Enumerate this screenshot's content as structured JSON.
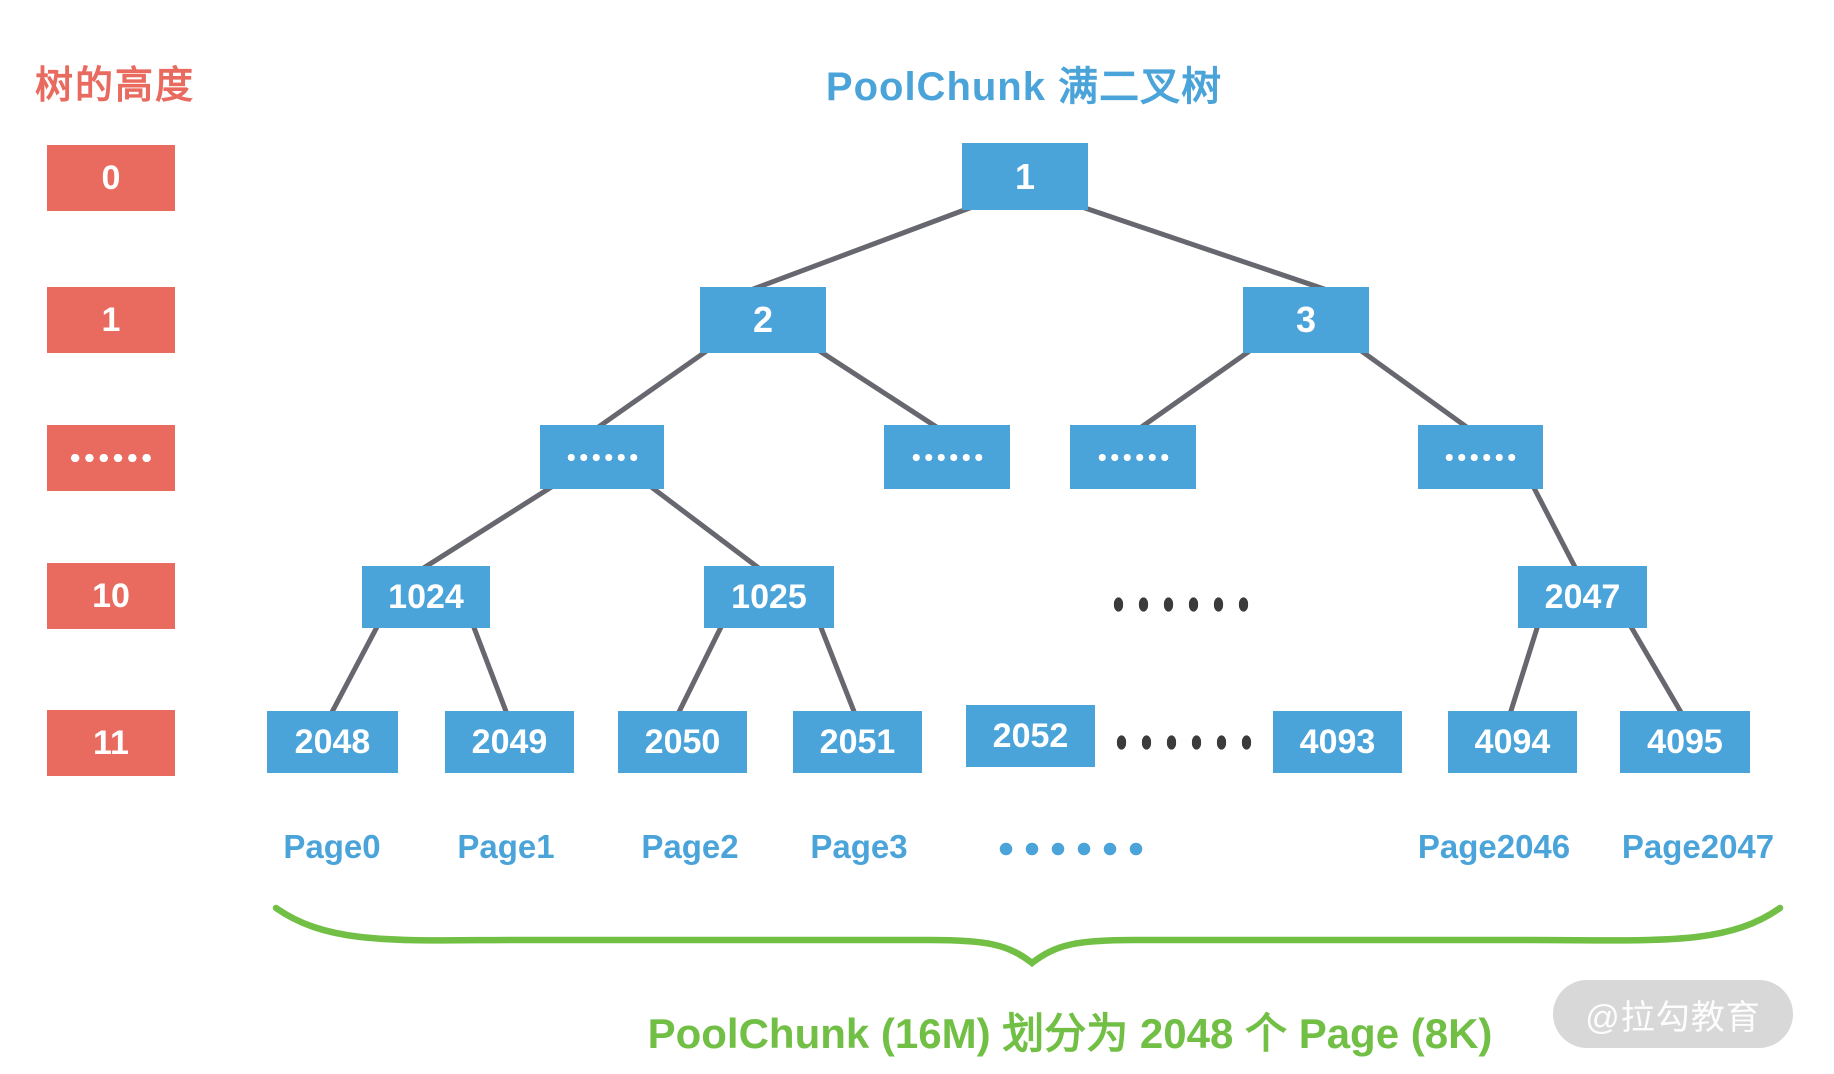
{
  "colors": {
    "node_blue": "#4BA4D9",
    "accent_red": "#E96A5F",
    "line_gray": "#67676F",
    "green": "#71BF45",
    "dot_dark": "#3B3B3B",
    "watermark_bg": "#D8D8D8"
  },
  "header": {
    "height_column_title": "树的高度",
    "diagram_title": "PoolChunk 满二叉树"
  },
  "height_column": {
    "levels": [
      "0",
      "1",
      "......",
      "10",
      "11"
    ]
  },
  "tree": {
    "nodes": {
      "root": "1",
      "l1_left": "2",
      "l1_right": "3",
      "l2_e1": "......",
      "l2_e2": "......",
      "l2_e3": "......",
      "l2_e4": "......",
      "l10_a": "1024",
      "l10_b": "1025",
      "l10_ellipsis": "......",
      "l10_c": "2047",
      "l11_a": "2048",
      "l11_b": "2049",
      "l11_c": "2050",
      "l11_d": "2051",
      "l11_e": "2052",
      "l11_ellipsis": "......",
      "l11_f": "4093",
      "l11_g": "4094",
      "l11_h": "4095"
    }
  },
  "pages": {
    "labels": [
      "Page0",
      "Page1",
      "Page2",
      "Page3",
      "......",
      "Page2046",
      "Page2047"
    ]
  },
  "caption": "PoolChunk (16M) 划分为 2048 个 Page (8K)",
  "watermark": "@拉勾教育"
}
